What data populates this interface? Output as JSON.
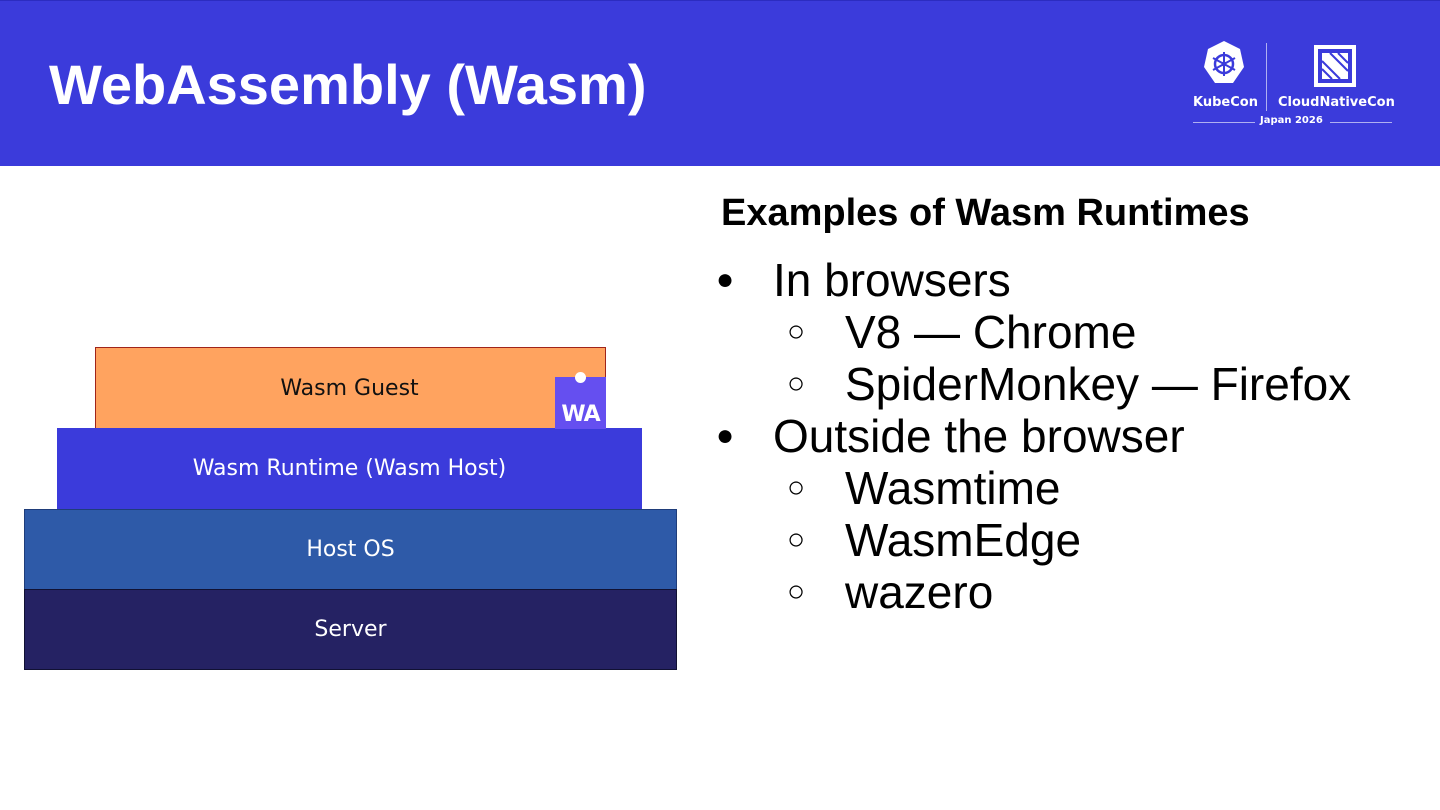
{
  "header": {
    "title": "WebAssembly (Wasm)",
    "background": "#3b3bdb",
    "logo": {
      "left_label": "KubeCon",
      "right_label": "CloudNativeCon",
      "event": "Japan 2026",
      "icons": [
        "kubernetes-helm-icon",
        "cncf-icon"
      ]
    }
  },
  "diagram": {
    "layers": [
      {
        "label": "Wasm Guest",
        "color": "#ffa35f"
      },
      {
        "label": "Wasm Runtime (Wasm Host)",
        "color": "#3b3bdb"
      },
      {
        "label": "Host OS",
        "color": "#2e5aa8"
      },
      {
        "label": "Server",
        "color": "#252263"
      }
    ],
    "badge": {
      "text": "WA",
      "color": "#654ff0",
      "icon": "webassembly-logo-icon"
    }
  },
  "content": {
    "heading": "Examples of Wasm Runtimes",
    "bullet_glyph": "●",
    "sub_glyph": "○",
    "groups": [
      {
        "label": "In browsers",
        "items": [
          "V8 — Chrome",
          "SpiderMonkey — Firefox"
        ]
      },
      {
        "label": "Outside the browser",
        "items": [
          "Wasmtime",
          "WasmEdge",
          "wazero"
        ]
      }
    ]
  }
}
